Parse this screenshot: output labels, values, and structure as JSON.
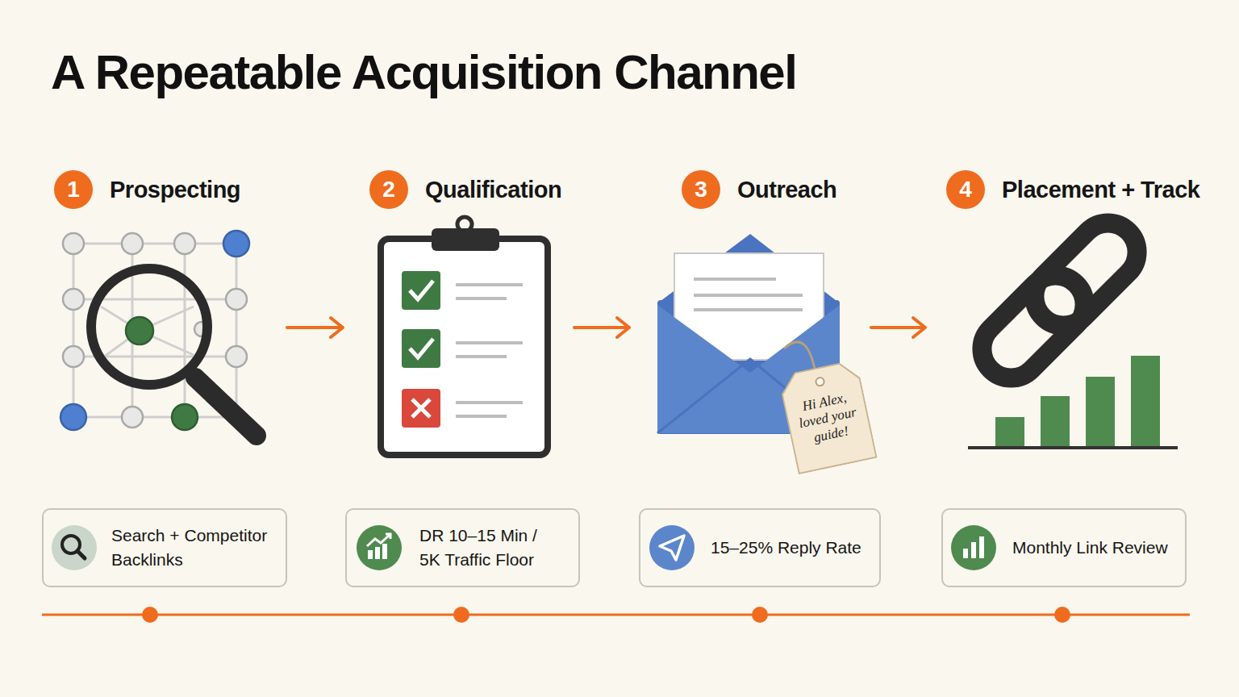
{
  "diagram": {
    "title": "A Repeatable Acquisition Channel",
    "nodes": [
      {
        "text": [
          "1",
          "Prospecting"
        ]
      },
      {
        "text": [
          "2",
          "Qualification"
        ]
      },
      {
        "text": [
          "3",
          "Outreach"
        ]
      },
      {
        "text": [
          "4",
          "Placement + Track"
        ]
      },
      {
        "text": [
          "Hi Alex, loved your guide!"
        ]
      },
      {
        "text": [
          "Search + Competitor Backlinks"
        ]
      },
      {
        "text": [
          "DR 10–15 Min / 5K Traffic Floor"
        ]
      },
      {
        "text": [
          "15–25% Reply Rate"
        ]
      },
      {
        "text": [
          "Monthly Link Review"
        ]
      }
    ]
  }
}
